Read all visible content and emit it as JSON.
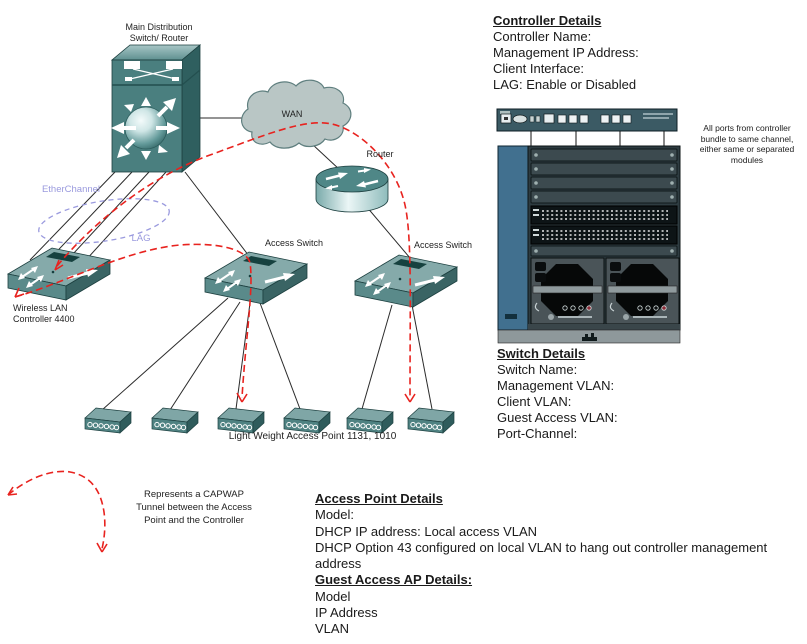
{
  "palette": {
    "node_teal_front": "#4a7f7f",
    "node_teal_side": "#2f5f5f",
    "node_teal_top": "#85aaaa",
    "cloud_fill": "#b9c6c5",
    "tunnel_red": "#e8231f",
    "etherchannel_purple": "#9a9ade",
    "chassis_body": "#2e3c41",
    "chassis_strip_blue": "#41708f",
    "appliance_teal": "#3b5a64"
  },
  "diagram": {
    "main_switch_label": "Main Distribution\nSwitch/ Router",
    "wan_label": "WAN",
    "router_label": "Router",
    "access_switch1_label": "Access Switch",
    "access_switch2_label": "Access Switch",
    "wlc_label": "Wireless LAN\nController 4400",
    "etherchannel_label": "EtherChannel",
    "lag_label": "LAG",
    "lwap_label": "Light Weight Access Point 1131, 1010",
    "capwap_note": "Represents a CAPWAP\nTunnel between the Access\nPoint and the Controller",
    "bundle_note": "All ports from controller\nbundle to same channel,\neither same or separated\nmodules"
  },
  "controller_details": {
    "title": "Controller Details",
    "lines": [
      "Controller Name:",
      "Management IP Address:",
      "Client Interface:",
      "LAG: Enable or Disabled"
    ]
  },
  "switch_details": {
    "title": "Switch Details",
    "lines": [
      "Switch Name:",
      "Management VLAN:",
      "Client VLAN:",
      "Guest Access VLAN:",
      "Port-Channel:"
    ]
  },
  "access_point_details": {
    "title": "Access Point Details",
    "lines": [
      "Model:",
      "DHCP IP address: Local access VLAN",
      "DHCP Option 43 configured on local VLAN to hang out controller management address"
    ]
  },
  "guest_ap_details": {
    "title": "Guest Access AP Details:",
    "lines": [
      "Model",
      "IP Address",
      "VLAN"
    ]
  }
}
